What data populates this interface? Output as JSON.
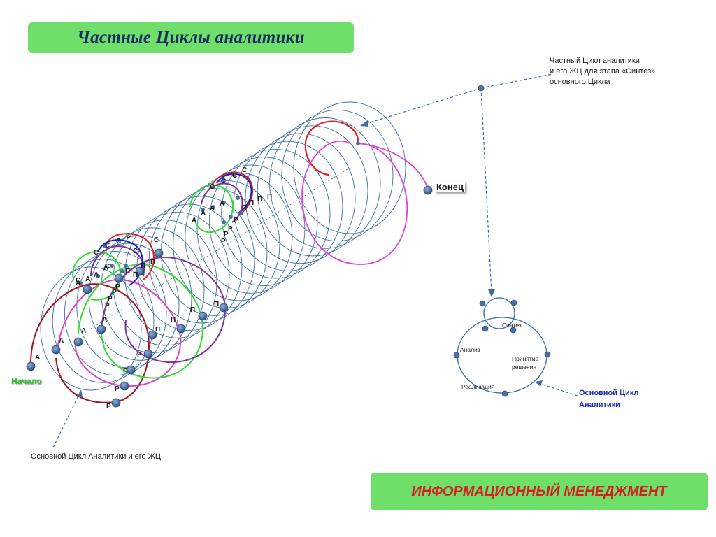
{
  "title": "Частные Циклы аналитики",
  "footer": "ИНФОРМАЦИОННЫЙ  МЕНЕДЖМЕНТ",
  "annotation_private": {
    "line1": "Частный Цикл аналитики",
    "line2": "и его ЖЦ   для этапа «Синтез»",
    "line3": "основного Цикла"
  },
  "end_label": "Конец",
  "start_label": "Начало",
  "main_cycle_caption": "Основной Цикл Аналитики и его ЖЦ",
  "main_cycle": {
    "caption_line1": "Основной Цикл",
    "caption_line2": "Аналитики",
    "stages": {
      "synthesis": "Синтез",
      "analysis": "Анализ",
      "decision_line1": "Принятие",
      "decision_line2": "решения",
      "realization": "Реализация"
    }
  },
  "point_letters": {
    "a": "А",
    "s": "С",
    "p": "П",
    "r": "Р"
  },
  "colors": {
    "title_bg": "#6ee06a",
    "title_text": "#1c2a66",
    "footer_text": "#d42020",
    "start_text": "#2dc52d",
    "helix": "#3a6ea5",
    "dot": "#4a6fa5"
  }
}
